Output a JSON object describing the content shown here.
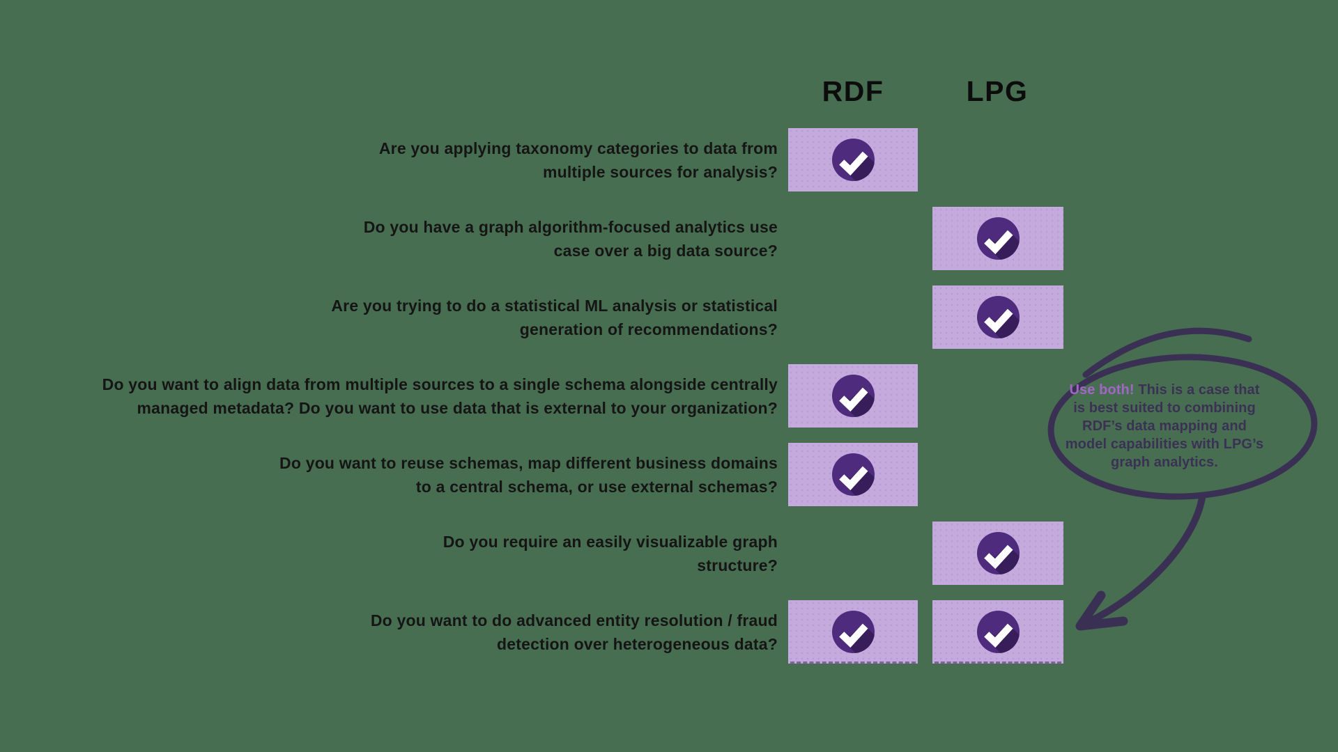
{
  "page": {
    "background_color": "#486e51",
    "title": "RDF vs LPG decision chart"
  },
  "header": {
    "columns": [
      {
        "label": "RDF"
      },
      {
        "label": "LPG"
      }
    ]
  },
  "rows": [
    {
      "lines": [
        "Are you applying taxonomy categories to data from",
        "multiple sources for analysis?"
      ],
      "rdf": true,
      "lpg": false
    },
    {
      "lines": [
        "Do you have a graph algorithm-focused analytics use",
        "case over a big data source?"
      ],
      "rdf": false,
      "lpg": true
    },
    {
      "lines": [
        "Are you trying to do a statistical ML analysis or statistical",
        "generation of recommendations?"
      ],
      "rdf": false,
      "lpg": true
    },
    {
      "lines": [
        "Do you want to align data from multiple sources to a single schema alongside centrally",
        "managed metadata? Do you want to use data that is external to your organization?"
      ],
      "rdf": true,
      "lpg": false
    },
    {
      "lines": [
        "Do you want to reuse schemas, map different business domains",
        "to a central schema, or use external schemas?"
      ],
      "rdf": true,
      "lpg": false
    },
    {
      "lines": [
        "Do you require an easily visualizable graph",
        "structure?"
      ],
      "rdf": false,
      "lpg": true
    },
    {
      "lines": [
        "Do you want to do advanced entity resolution / fraud",
        "detection over heterogeneous data?"
      ],
      "rdf": true,
      "lpg": true
    }
  ],
  "annotation": {
    "highlight": "Use both!",
    "line1_rest": "This is a case that",
    "line2": "is best suited to combining",
    "line3": "RDF’s data mapping and",
    "line4": "model capabilities with LPG’s",
    "line5": "graph analytics."
  },
  "icons": {
    "check": "✔",
    "arrow": "↙"
  },
  "colors": {
    "bg": "#486e51",
    "cell": "#c5aade",
    "circle": "#4e2b7c",
    "shadow": "#381d5b",
    "check": "#ffffff",
    "ink": "#151515",
    "header-ink": "#0c0c0c",
    "doodle": "#3a3054",
    "bubble-ink": "#3a3154",
    "highlight": "#a266c6"
  }
}
